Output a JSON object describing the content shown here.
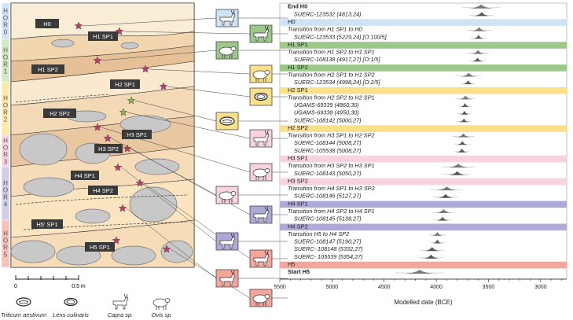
{
  "horizons": [
    {
      "label": "HOR 0",
      "color": "#cfe3f6"
    },
    {
      "label": "HOR 1",
      "color": "#d4e7c6"
    },
    {
      "label": "HOR 2",
      "color": "#fde9a8"
    },
    {
      "label": "HOR 3",
      "color": "#f8d2dd"
    },
    {
      "label": "HOR 4",
      "color": "#d1cfe8"
    },
    {
      "label": "HOR 5",
      "color": "#f6c2bc"
    }
  ],
  "section_labels": [
    "H0",
    "H1 SP1",
    "H1 SP2",
    "H2 SP1",
    "H2 SP2",
    "H3 SP1",
    "H3 SP2",
    "H4 SP1",
    "H4 SP2",
    "H5' SP1",
    "H5 SP1"
  ],
  "scale": {
    "ticks": [
      "0",
      "0.5 m"
    ]
  },
  "legend": [
    {
      "icon": "wheat-grain-icon",
      "label": "Triticum aestivum"
    },
    {
      "icon": "lentil-icon",
      "label": "Lens culinaris"
    },
    {
      "icon": "goat-icon",
      "label": "Capra sp."
    },
    {
      "icon": "sheep-icon",
      "label": "Ovis sp"
    }
  ],
  "icon_boxes": [
    {
      "animal": "goat",
      "color": "#cfe3f6"
    },
    {
      "animal": "goat",
      "color": "#9cc98a"
    },
    {
      "animal": "sheep",
      "color": "#9cc98a"
    },
    {
      "animal": "sheep",
      "color": "#fbe08a"
    },
    {
      "animal": "lentil",
      "color": "#fbe08a"
    },
    {
      "animal": "wheat",
      "color": "#fbe08a"
    },
    {
      "animal": "goat",
      "color": "#f8d2dd"
    },
    {
      "animal": "sheep",
      "color": "#f8d2dd"
    },
    {
      "animal": "sheep",
      "color": "#f8d2dd"
    },
    {
      "animal": "goat",
      "color": "#aeaad8"
    },
    {
      "animal": "goat",
      "color": "#aeaad8"
    },
    {
      "animal": "goat",
      "color": "#f4a59c"
    },
    {
      "animal": "goat",
      "color": "#f4a59c"
    },
    {
      "animal": "sheep",
      "color": "#f4a59c"
    }
  ],
  "chart_data": {
    "type": "sequence-plot",
    "xlabel": "Modelled date (BCE)",
    "x_ticks": [
      5500,
      5000,
      4500,
      4000,
      3500,
      3000
    ],
    "xlim": [
      5500,
      2750
    ],
    "rows": [
      {
        "kind": "boundary",
        "text": "End H0",
        "center": 3570,
        "spread": 70
      },
      {
        "kind": "date",
        "text": "SUERC-123532 (4813,24)",
        "center": 3565,
        "spread": 45
      },
      {
        "kind": "phase",
        "text": "H0",
        "color": "#cfe3f6"
      },
      {
        "kind": "transition",
        "text": "Transition from H1 SP1 to H0",
        "center": 3590,
        "spread": 45
      },
      {
        "kind": "date",
        "text": "SUERC-123533 (5229,24) [O:100/5]",
        "center": 3595,
        "spread": 30
      },
      {
        "kind": "phase",
        "text": "H1 SP1",
        "color": "#9cc98a"
      },
      {
        "kind": "transition",
        "text": "Transition from H1 SP2 to H1 SP1",
        "center": 3600,
        "spread": 40
      },
      {
        "kind": "date",
        "text": "SUERC-108138 (4917,27) [O:1/5]",
        "center": 3605,
        "spread": 30
      },
      {
        "kind": "phase",
        "text": "H1 SP2",
        "color": "#9cc98a"
      },
      {
        "kind": "transition",
        "text": "Transition from H2 SP1 to H1 SP2",
        "center": 3690,
        "spread": 45
      },
      {
        "kind": "date",
        "text": "SUERC-123534 (4998,24) [O:2/5]",
        "center": 3695,
        "spread": 30
      },
      {
        "kind": "phase",
        "text": "H2 SP1",
        "color": "#fbe08a"
      },
      {
        "kind": "transition",
        "text": "Transition from H2 SP2 to H2 SP1",
        "center": 3720,
        "spread": 35
      },
      {
        "kind": "date",
        "text": "UGAMS-69339 (4860,30)",
        "center": 3725,
        "spread": 25
      },
      {
        "kind": "date",
        "text": "UGAMS-69338 (4950,30)",
        "center": 3730,
        "spread": 25
      },
      {
        "kind": "date",
        "text": "SUERC-108142 (5000,27)",
        "center": 3735,
        "spread": 25
      },
      {
        "kind": "phase",
        "text": "H2 SP2",
        "color": "#fbe08a"
      },
      {
        "kind": "transition",
        "text": "Transition from H3 SP1 to H2 SP2",
        "center": 3740,
        "spread": 40
      },
      {
        "kind": "date",
        "text": "SUERC-108144 (5008,27)",
        "center": 3750,
        "spread": 30
      },
      {
        "kind": "date",
        "text": "SUERC-105538 (5008,27)",
        "center": 3755,
        "spread": 30
      },
      {
        "kind": "phase",
        "text": "H3 SP1",
        "color": "#f8d2dd"
      },
      {
        "kind": "transition",
        "text": "Transition from H3 SP2 to H3 SP1",
        "center": 3790,
        "spread": 60
      },
      {
        "kind": "date",
        "text": "SUERC-108143 (5050,27)",
        "center": 3800,
        "spread": 50
      },
      {
        "kind": "phase",
        "text": "H3 SP2",
        "color": "#f8d2dd"
      },
      {
        "kind": "transition",
        "text": "Transition from H4 SP1 to H3 SP2",
        "center": 3900,
        "spread": 60
      },
      {
        "kind": "date",
        "text": "SUERC-108146 (5127,27)",
        "center": 3910,
        "spread": 45
      },
      {
        "kind": "phase",
        "text": "H4 SP1",
        "color": "#aeaad8"
      },
      {
        "kind": "transition",
        "text": "Transition from H4 SP2 to H4 SP1",
        "center": 3930,
        "spread": 45
      },
      {
        "kind": "date",
        "text": "SUERC-108145 (5138,27)",
        "center": 3940,
        "spread": 35
      },
      {
        "kind": "phase",
        "text": "H4 SP2",
        "color": "#aeaad8"
      },
      {
        "kind": "transition",
        "text": "Transition H5 to H4 SP2",
        "center": 3990,
        "spread": 30
      },
      {
        "kind": "date",
        "text": "SUERC-108147 (5190,27)",
        "center": 3990,
        "spread": 25
      },
      {
        "kind": "date",
        "text": "SUERC- 108148 (5332,27)",
        "center": 4040,
        "spread": 45
      },
      {
        "kind": "date",
        "text": "SUERC- 105539 (5354,27)",
        "center": 4050,
        "spread": 45
      },
      {
        "kind": "phase",
        "text": "H5",
        "color": "#f4a59c"
      },
      {
        "kind": "boundary",
        "text": "Start H5",
        "center": 4160,
        "spread": 90
      }
    ]
  }
}
